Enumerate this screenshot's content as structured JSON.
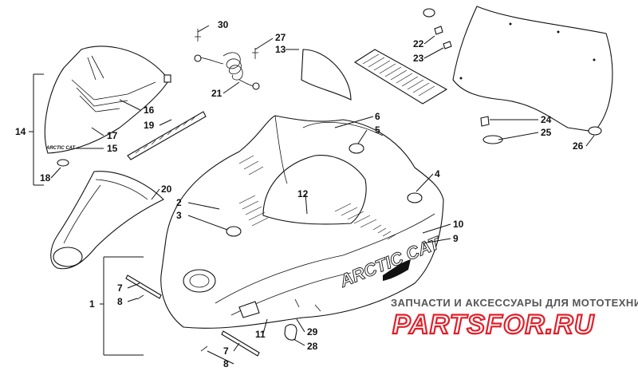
{
  "callouts": [
    {
      "id": "30",
      "label": "30"
    },
    {
      "id": "27",
      "label": "27"
    },
    {
      "id": "13",
      "label": "13"
    },
    {
      "id": "22",
      "label": "22"
    },
    {
      "id": "23",
      "label": "23"
    },
    {
      "id": "16",
      "label": "16"
    },
    {
      "id": "21",
      "label": "21"
    },
    {
      "id": "14",
      "label": "14"
    },
    {
      "id": "17",
      "label": "17"
    },
    {
      "id": "19",
      "label": "19"
    },
    {
      "id": "15",
      "label": "15"
    },
    {
      "id": "18",
      "label": "18"
    },
    {
      "id": "6",
      "label": "6"
    },
    {
      "id": "5",
      "label": "5"
    },
    {
      "id": "24",
      "label": "24"
    },
    {
      "id": "25",
      "label": "25"
    },
    {
      "id": "26",
      "label": "26"
    },
    {
      "id": "4",
      "label": "4"
    },
    {
      "id": "20",
      "label": "20"
    },
    {
      "id": "2",
      "label": "2"
    },
    {
      "id": "12",
      "label": "12"
    },
    {
      "id": "3",
      "label": "3"
    },
    {
      "id": "10",
      "label": "10"
    },
    {
      "id": "9",
      "label": "9"
    },
    {
      "id": "7a",
      "label": "7"
    },
    {
      "id": "8a",
      "label": "8"
    },
    {
      "id": "1",
      "label": "1"
    },
    {
      "id": "11",
      "label": "11"
    },
    {
      "id": "29",
      "label": "29"
    },
    {
      "id": "28",
      "label": "28"
    },
    {
      "id": "7b",
      "label": "7"
    },
    {
      "id": "8b",
      "label": "8"
    }
  ],
  "decals": {
    "brand_side": "ARCTIC CAT",
    "brand_small": "ARCTIC CAT"
  },
  "watermark": {
    "tagline": "ЗАПЧАСТИ И АКСЕССУАРЫ ДЛЯ МОТОТЕХНИКИ",
    "logo": "PARTSFOR.RU",
    "logo_color": "#e11f2a"
  }
}
